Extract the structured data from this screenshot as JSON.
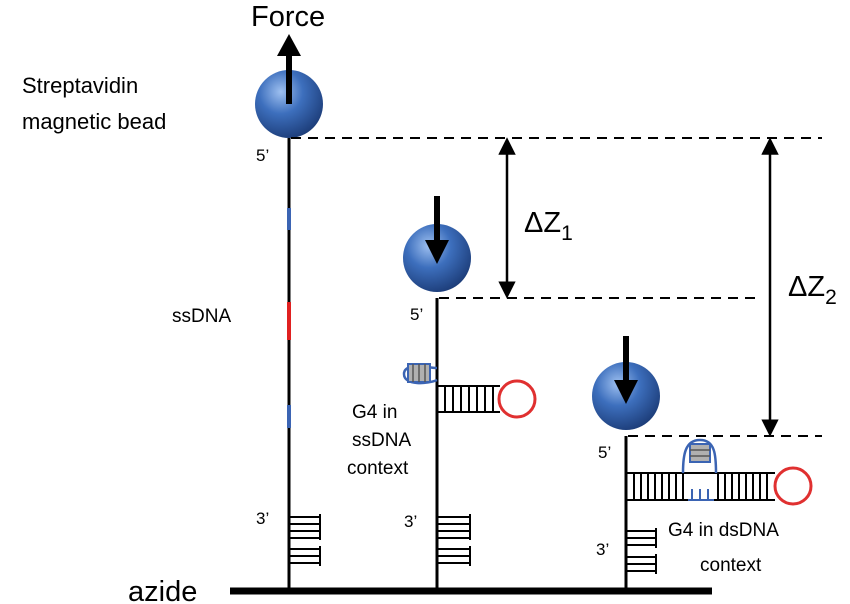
{
  "labels": {
    "force": "Force",
    "bead_line1": "Streptavidin",
    "bead_line2": "magnetic bead",
    "five_prime": "5’",
    "three_prime": "3’",
    "ssdna": "ssDNA",
    "g4_ss_line1": "G4 in",
    "g4_ss_line2": "ssDNA",
    "g4_ss_line3": "context",
    "g4_ds_line1": "G4 in dsDNA",
    "g4_ds_line2": "context",
    "azide": "azide",
    "delta_z1_main": "ΔZ",
    "delta_z1_sub": "1",
    "delta_z2_main": "ΔZ",
    "delta_z2_sub": "2"
  },
  "colors": {
    "strand": "#000000",
    "bead_light": "#8fb4e8",
    "bead_mid": "#3a6bb8",
    "bead_dark": "#1d3f7a",
    "g4_motif": "#3b64b3",
    "g4_segment": "#3b64b3",
    "hairpin_loop": "#e03030",
    "red_segment": "#e02020"
  }
}
